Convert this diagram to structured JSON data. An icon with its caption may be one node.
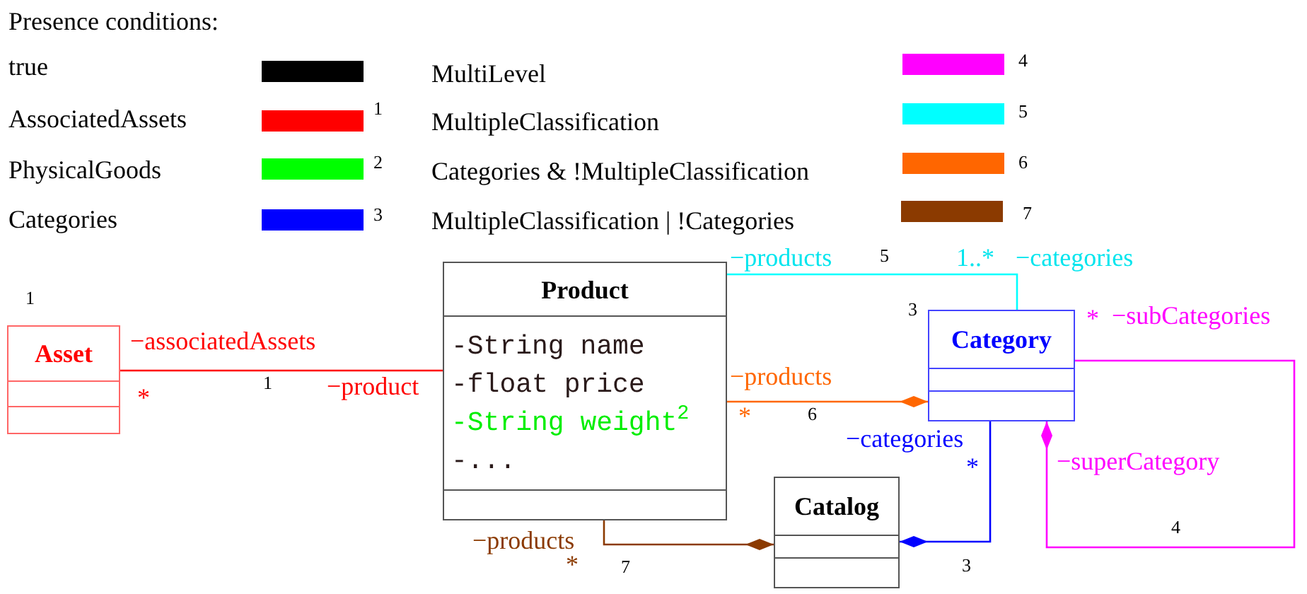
{
  "diagram": {
    "title": "Presence conditions:",
    "nodes": [
      {
        "text": [
          "Asset"
        ],
        "beside": [
          "1"
        ]
      },
      {
        "text": [
          "Product",
          "-String name",
          "-float price",
          "-String weight$^{2}$",
          "-..."
        ]
      },
      {
        "text": [
          "Category"
        ],
        "beside": [
          "3"
        ]
      },
      {
        "text": [
          "Catalog"
        ]
      }
    ],
    "edges": [
      {
        "from": 0,
        "to": 1,
        "arrow": "none",
        "label": "1",
        "color": "#ff0000"
      },
      {
        "from": 1,
        "to": 2,
        "arrow": "none",
        "label": "5",
        "color": "#00ffff"
      },
      {
        "from": 1,
        "to": 2,
        "arrow": "other",
        "label": "6",
        "color": "#ff6600"
      },
      {
        "from": 2,
        "to": 3,
        "arrow": "other",
        "label": "3",
        "color": "#0000ff"
      },
      {
        "from": 2,
        "to": 2,
        "arrow": "other",
        "label": "4",
        "color": "#ff00ff"
      },
      {
        "from": 1,
        "to": 3,
        "arrow": "other",
        "label": "7",
        "color": "#8b3a00"
      }
    ],
    "labels": [
      "1",
      "2",
      "3",
      "4",
      "5",
      "6",
      "7",
      "−associatedAssets",
      "*",
      "−product",
      "−products",
      "1..*",
      "−categories",
      "*",
      "−subCategories",
      "−products",
      "*",
      "−categories",
      "*",
      "−superCategory",
      "−products",
      "*"
    ],
    "legend": [
      {
        "text": "true",
        "color": "#000000"
      },
      {
        "text": "AssociatedAssets",
        "color": "#ff0000"
      },
      {
        "text": "PhysicalGoods",
        "color": "#00ff00"
      },
      {
        "text": "Categories",
        "color": "#0000ff"
      },
      {
        "text": "MultiLevel",
        "color": "#ff00ff"
      },
      {
        "text": "MultipleClassification",
        "color": "#00ffff"
      },
      {
        "text": "Categories & !MultipleClassification",
        "color": "#ff6600"
      },
      {
        "text": "MultipleClassification | !Categories",
        "color": "#8b3a00"
      }
    ]
  }
}
